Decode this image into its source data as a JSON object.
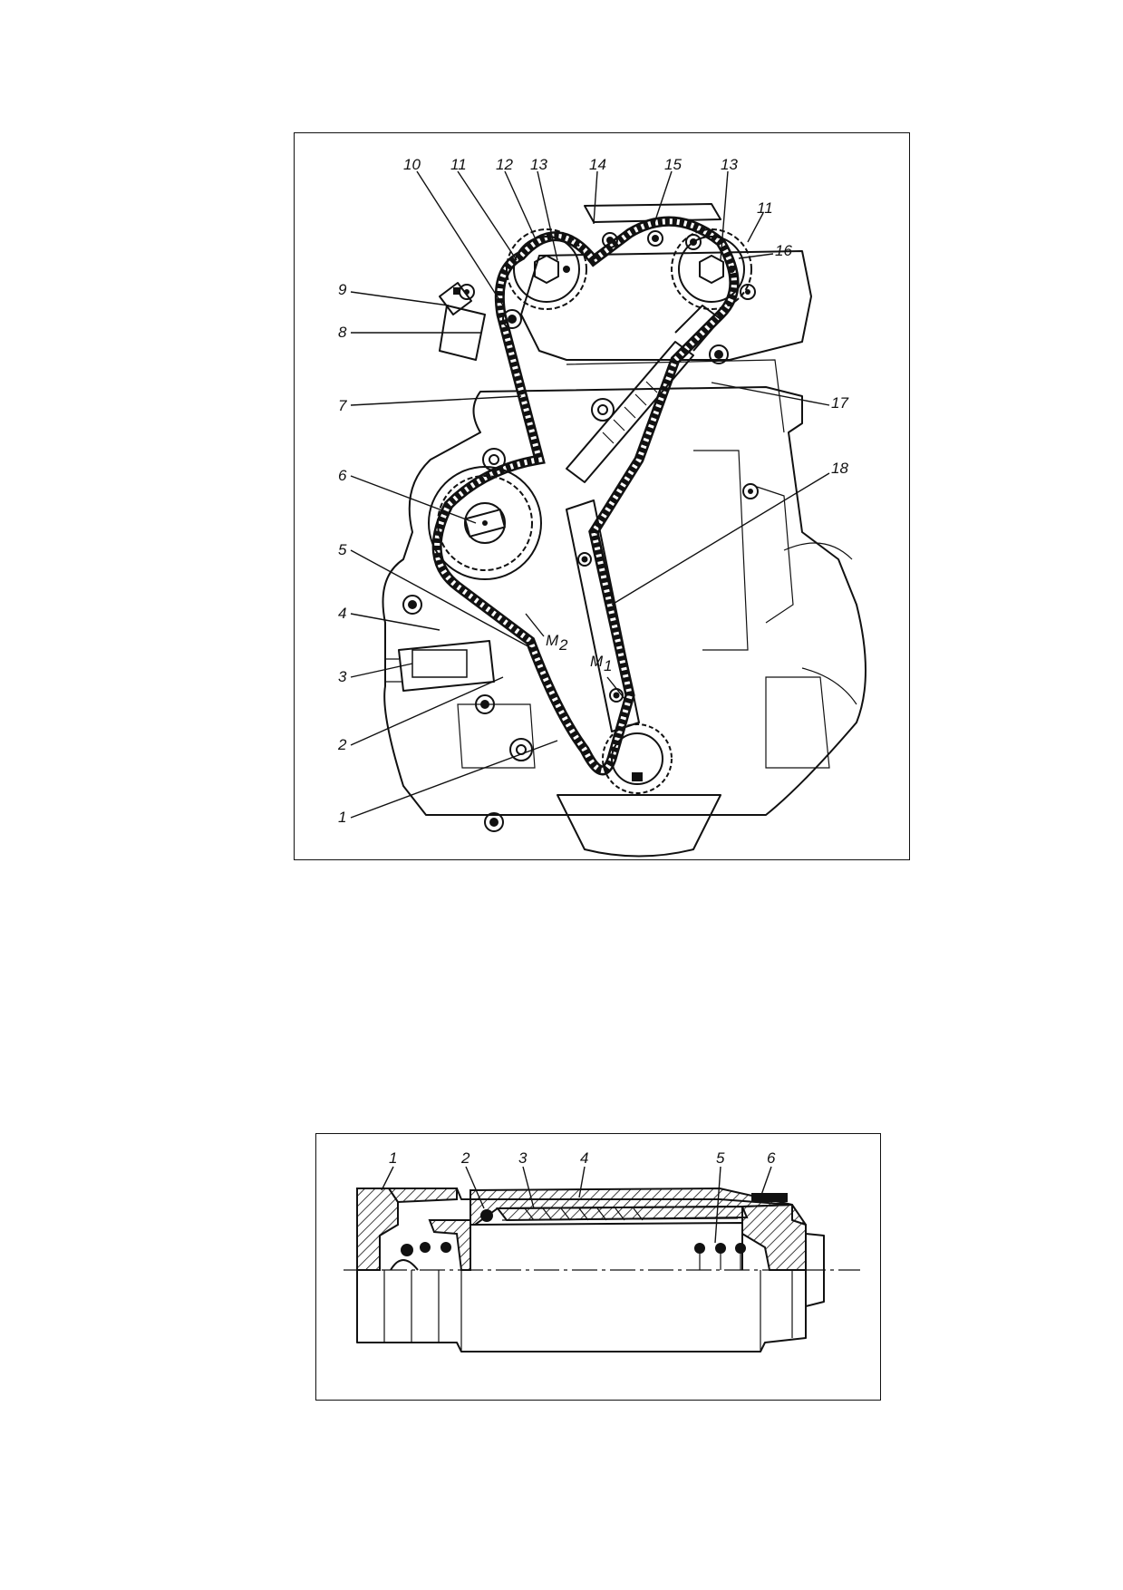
{
  "figure_1": {
    "callouts": [
      "1",
      "2",
      "3",
      "4",
      "5",
      "6",
      "7",
      "8",
      "9",
      "10",
      "11",
      "12",
      "13",
      "14",
      "15",
      "13",
      "11",
      "16",
      "17",
      "18"
    ],
    "marks": {
      "m1": {
        "letter": "M",
        "sub": "1"
      },
      "m2": {
        "letter": "M",
        "sub": "2"
      }
    }
  },
  "figure_2": {
    "callouts": [
      "1",
      "2",
      "3",
      "4",
      "5",
      "6"
    ]
  }
}
